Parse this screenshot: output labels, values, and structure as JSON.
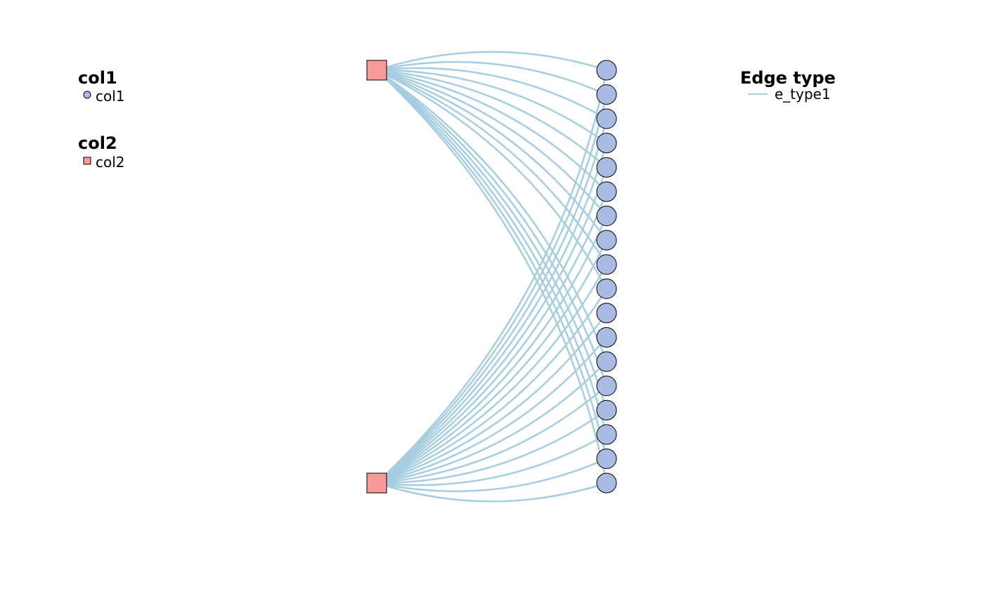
{
  "legend_left": {
    "groups": [
      {
        "title": "col1",
        "label": "col1",
        "shape": "circle"
      },
      {
        "title": "col2",
        "label": "col2",
        "shape": "square"
      }
    ]
  },
  "legend_right": {
    "title": "Edge type",
    "label": "e_type1"
  },
  "colors": {
    "col1_node": "#a8bbe2",
    "col2_node": "#f89a9a",
    "edge": "#a6cde0",
    "node_stroke": "#000000"
  },
  "graph": {
    "col2_count": 2,
    "col1_count": 18,
    "edges": [
      [
        0,
        0
      ],
      [
        0,
        1
      ],
      [
        0,
        2
      ],
      [
        0,
        3
      ],
      [
        0,
        4
      ],
      [
        0,
        5
      ],
      [
        0,
        6
      ],
      [
        0,
        7
      ],
      [
        0,
        8
      ],
      [
        0,
        9
      ],
      [
        0,
        12
      ],
      [
        0,
        13
      ],
      [
        0,
        14
      ],
      [
        0,
        15
      ],
      [
        0,
        16
      ],
      [
        0,
        17
      ],
      [
        1,
        0
      ],
      [
        1,
        1
      ],
      [
        1,
        2
      ],
      [
        1,
        3
      ],
      [
        1,
        4
      ],
      [
        1,
        5
      ],
      [
        1,
        6
      ],
      [
        1,
        7
      ],
      [
        1,
        8
      ],
      [
        1,
        9
      ],
      [
        1,
        10
      ],
      [
        1,
        11
      ],
      [
        1,
        12
      ],
      [
        1,
        13
      ],
      [
        1,
        14
      ],
      [
        1,
        15
      ],
      [
        1,
        16
      ],
      [
        1,
        17
      ]
    ]
  }
}
